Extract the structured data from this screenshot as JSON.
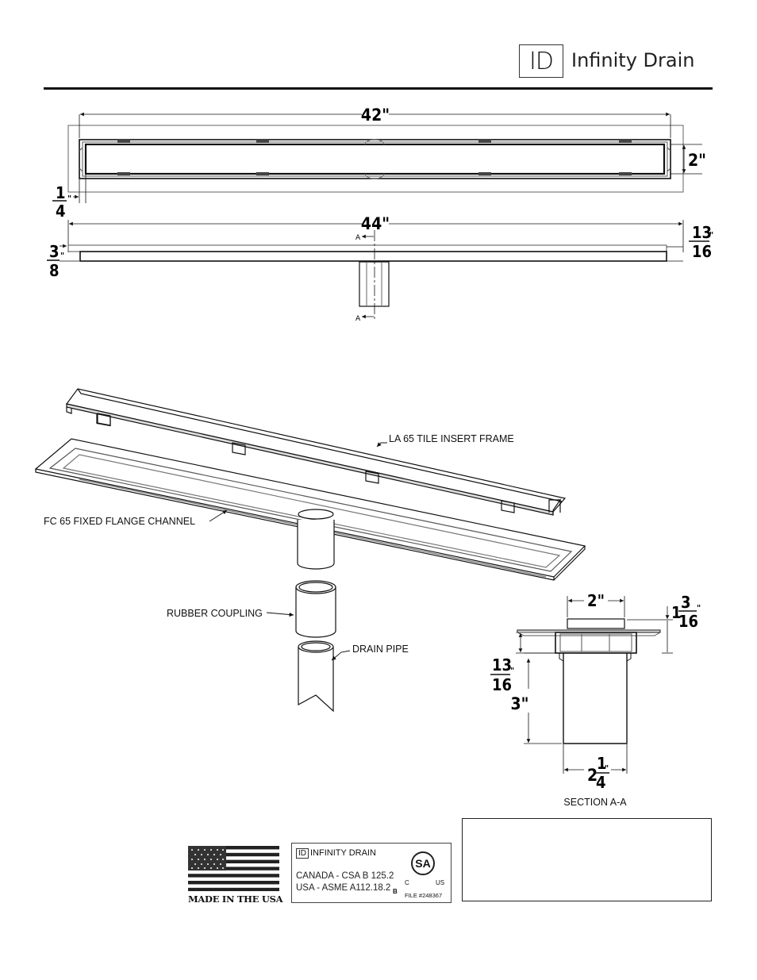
{
  "header": {
    "logo_mark": "ID",
    "brand_name": "Infinity Drain"
  },
  "top_view": {
    "overall_length": "42\"",
    "width": "2\"",
    "edge_num": "1",
    "edge_den": "4",
    "inch_mark": "\""
  },
  "side_view": {
    "overall_length": "44\"",
    "section_marker": "A",
    "height_num": "13",
    "height_den": "16",
    "flange_num": "3",
    "flange_den": "8",
    "inch_mark": "\""
  },
  "exploded_view": {
    "frame_label": "LA 65 TILE INSERT FRAME",
    "channel_label": "FC 65 FIXED FLANGE CHANNEL",
    "coupling_label": "RUBBER COUPLING",
    "pipe_label": "DRAIN PIPE"
  },
  "section": {
    "title": "SECTION A-A",
    "top_width": "2\"",
    "top_height_whole": "1",
    "top_height_num": "3",
    "top_height_den": "16",
    "flange_num": "13",
    "flange_den": "16",
    "outlet_length": "3\"",
    "outlet_dia_whole": "2",
    "outlet_dia_num": "1",
    "outlet_dia_den": "4",
    "inch_mark": "\""
  },
  "badges": {
    "flag_caption": "MADE IN THE USA",
    "cert_logo_mark": "ID",
    "cert_brand": "INFINITY DRAIN",
    "cert_line1": "CANADA - CSA B 125.2",
    "cert_line2": "USA - ASME A112.18.2",
    "cert_b": "B",
    "cert_file": "FILE #248367",
    "csa_mark": "SA",
    "csa_c": "C",
    "csa_us": "US"
  }
}
